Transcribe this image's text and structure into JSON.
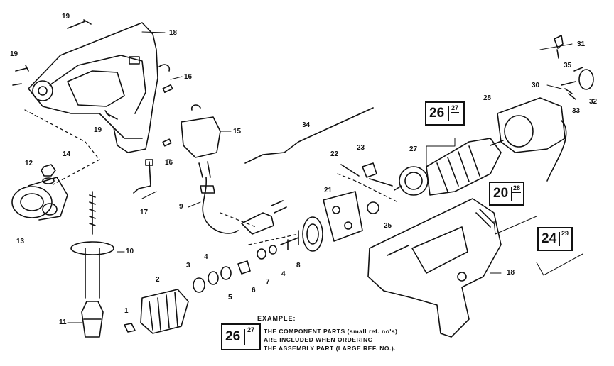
{
  "callouts": {
    "c1": "1",
    "c2": "2",
    "c3": "3",
    "c4a": "4",
    "c4b": "4",
    "c5": "5",
    "c6": "6",
    "c7": "7",
    "c8": "8",
    "c9": "9",
    "c10": "10",
    "c11": "11",
    "c12": "12",
    "c13": "13",
    "c14": "14",
    "c15": "15",
    "c16a": "16",
    "c16b": "16",
    "c17": "17",
    "c18a": "18",
    "c18b": "18",
    "c19a": "19",
    "c19b": "19",
    "c19c": "19",
    "c21": "21",
    "c22": "22",
    "c23": "23",
    "c25": "25",
    "c27": "27",
    "c28": "28",
    "c30": "30",
    "c31": "31",
    "c32": "32",
    "c33": "33",
    "c34": "34",
    "c35": "35"
  },
  "assembly_boxes": [
    {
      "big": "26",
      "small": "27"
    },
    {
      "big": "20",
      "small": "28"
    },
    {
      "big": "24",
      "small": "29"
    }
  ],
  "example": {
    "title": "EXAMPLE:",
    "big": "26",
    "small": "27",
    "lines": [
      "THE COMPONENT PARTS (small ref. no's)",
      "ARE INCLUDED WHEN ORDERING",
      "THE ASSEMBLY PART (LARGE REF. NO.)."
    ]
  }
}
